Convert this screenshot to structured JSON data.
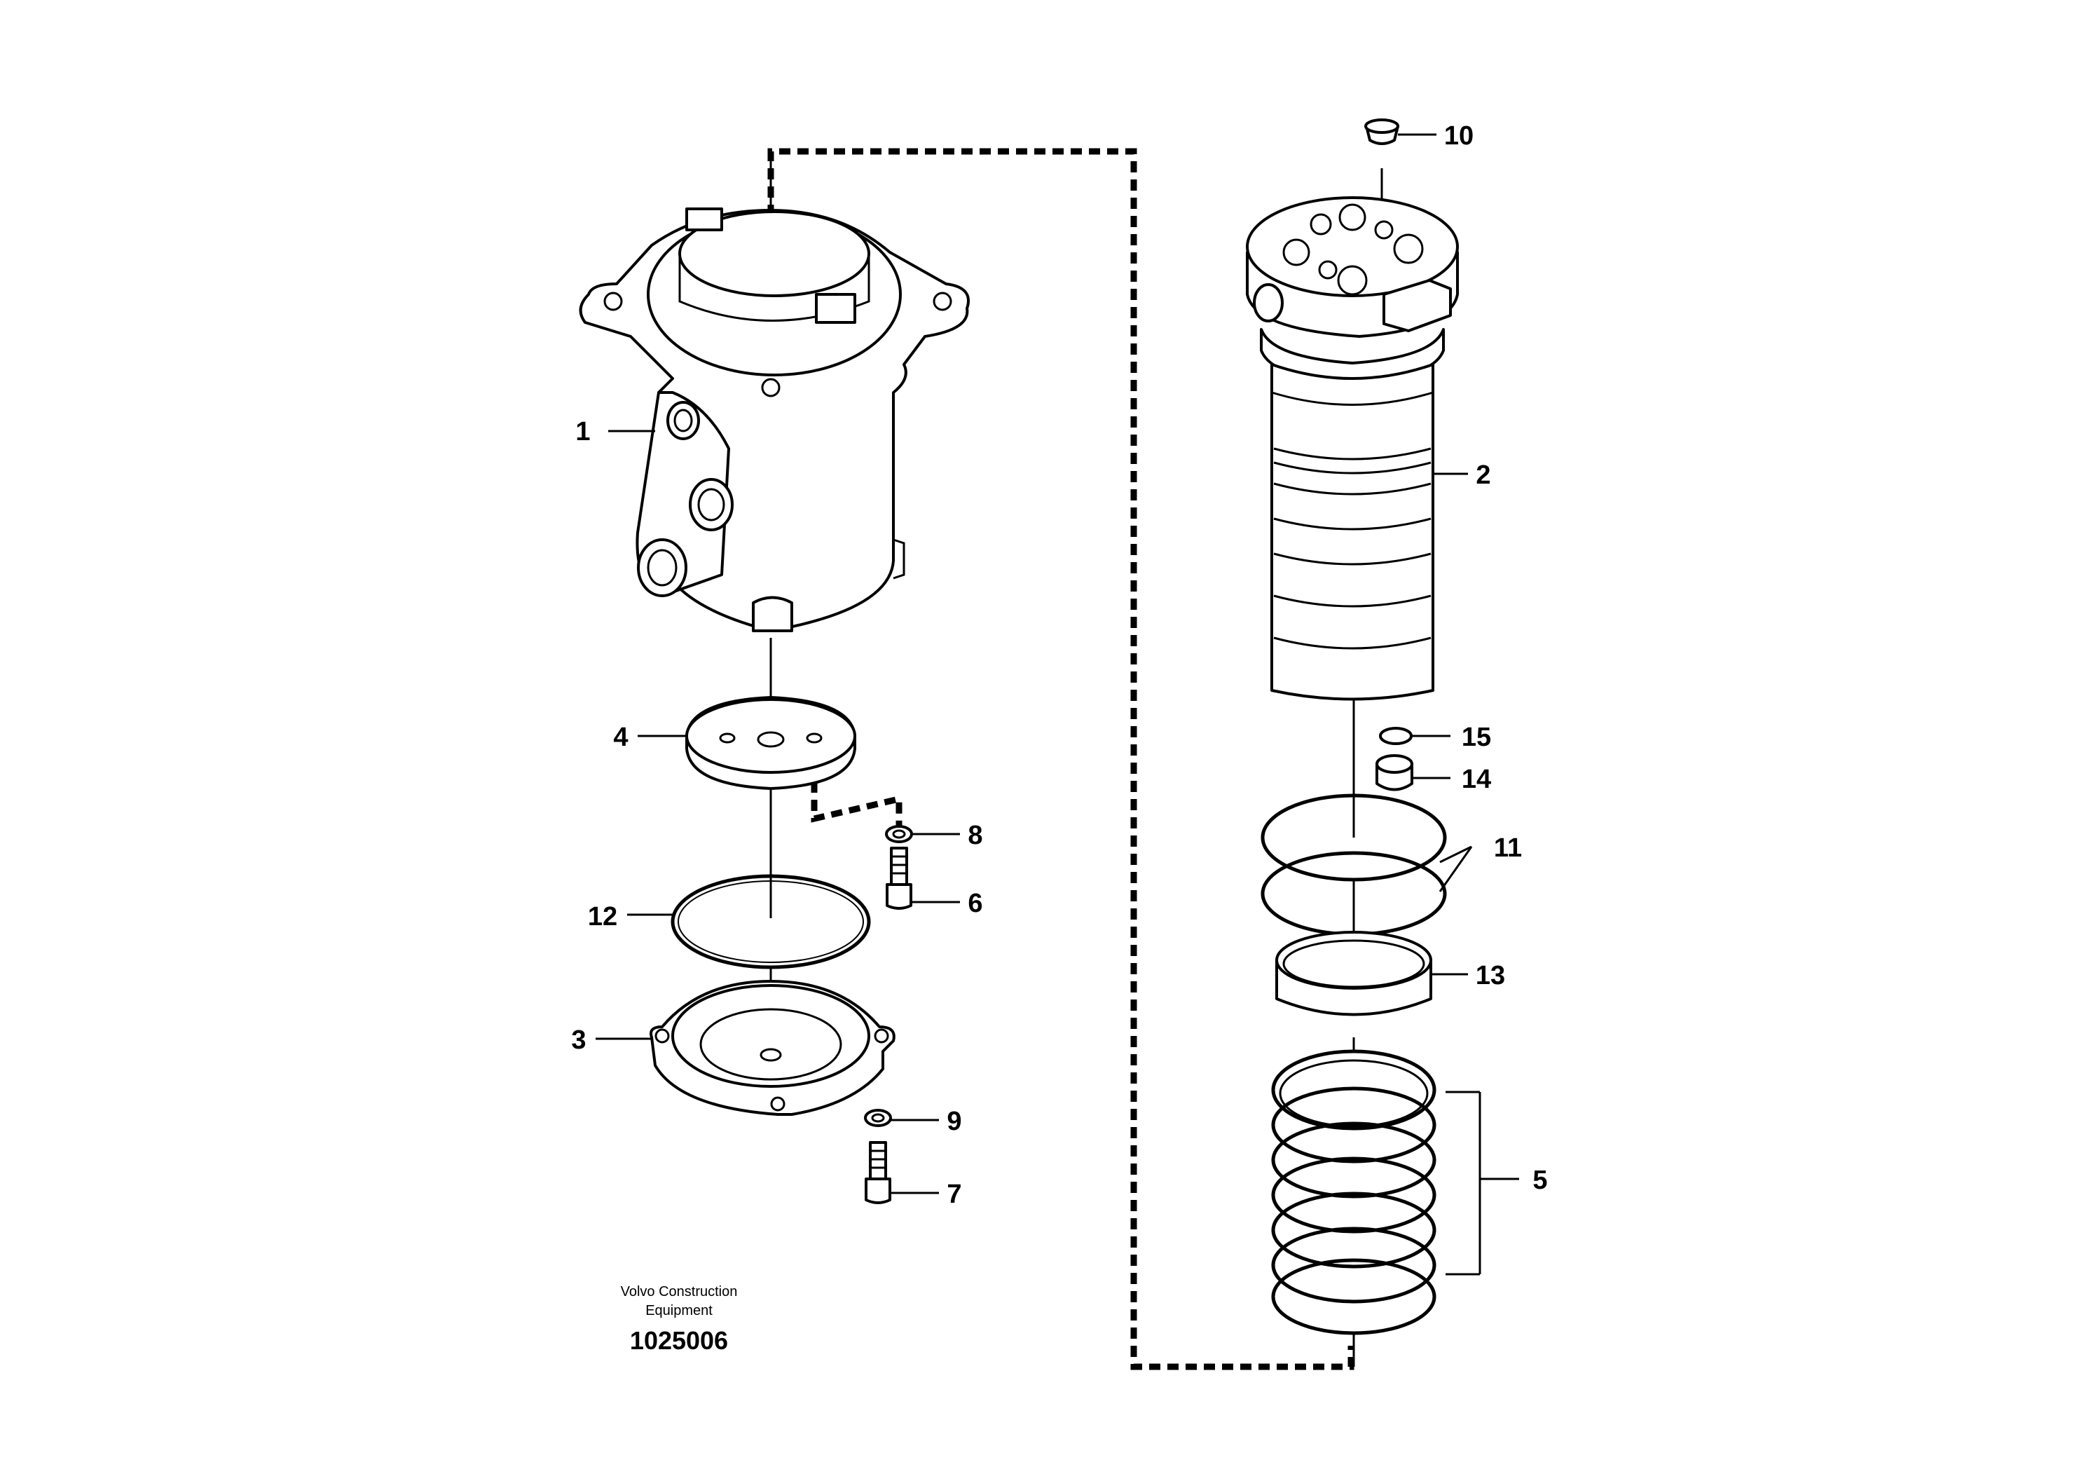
{
  "credit": {
    "line1": "Volvo Construction",
    "line2": "Equipment",
    "doc_number": "1025006"
  },
  "callouts": {
    "c1": "1",
    "c2": "2",
    "c3": "3",
    "c4": "4",
    "c5": "5",
    "c6": "6",
    "c7": "7",
    "c8": "8",
    "c9": "9",
    "c10": "10",
    "c11": "11",
    "c12": "12",
    "c13": "13",
    "c14": "14",
    "c15": "15"
  }
}
